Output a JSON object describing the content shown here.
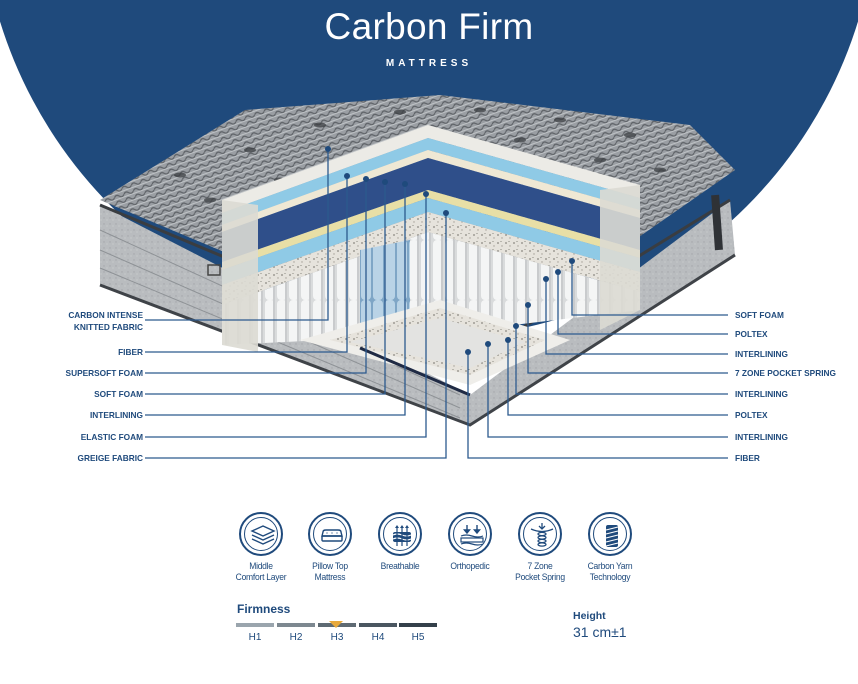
{
  "header": {
    "title": "Carbon Firm",
    "subtitle": "MATTRESS"
  },
  "colors": {
    "brand_blue": "#1f4a7c",
    "marker": "#e8a93a",
    "background": "#ffffff"
  },
  "layers_left": [
    {
      "label_line1": "CARBON INTENSE",
      "label_line2": "KNITTED FABRIC"
    },
    {
      "label_line1": "FIBER"
    },
    {
      "label_line1": "SUPERSOFT FOAM"
    },
    {
      "label_line1": "SOFT FOAM"
    },
    {
      "label_line1": "INTERLINING"
    },
    {
      "label_line1": "ELASTIC FOAM"
    },
    {
      "label_line1": "GREIGE FABRIC"
    }
  ],
  "layers_right": [
    {
      "label": "SOFT FOAM"
    },
    {
      "label": "POLTEX"
    },
    {
      "label": "INTERLINING"
    },
    {
      "label": "7 ZONE POCKET SPRING"
    },
    {
      "label": "INTERLINING"
    },
    {
      "label": "POLTEX"
    },
    {
      "label": "INTERLINING"
    },
    {
      "label": "FIBER"
    }
  ],
  "features": [
    {
      "icon": "layers-icon",
      "line1": "Middle",
      "line2": "Comfort Layer"
    },
    {
      "icon": "pillow-top-icon",
      "line1": "Pillow Top",
      "line2": "Mattress"
    },
    {
      "icon": "breathable-icon",
      "line1": "Breathable",
      "line2": ""
    },
    {
      "icon": "orthopedic-icon",
      "line1": "Orthopedic",
      "line2": ""
    },
    {
      "icon": "spring-icon",
      "line1": "7 Zone",
      "line2": "Pocket Spring"
    },
    {
      "icon": "yarn-spool-icon",
      "line1": "Carbon Yarn",
      "line2": "Technology"
    }
  ],
  "firmness": {
    "title": "Firmness",
    "levels": [
      "H1",
      "H2",
      "H3",
      "H4",
      "H5"
    ],
    "level_colors": [
      "#9aa5ad",
      "#7d8890",
      "#5e6a73",
      "#4a5660",
      "#34404a"
    ],
    "selected": "H3"
  },
  "height": {
    "title": "Height",
    "value": "31 cm±1"
  }
}
